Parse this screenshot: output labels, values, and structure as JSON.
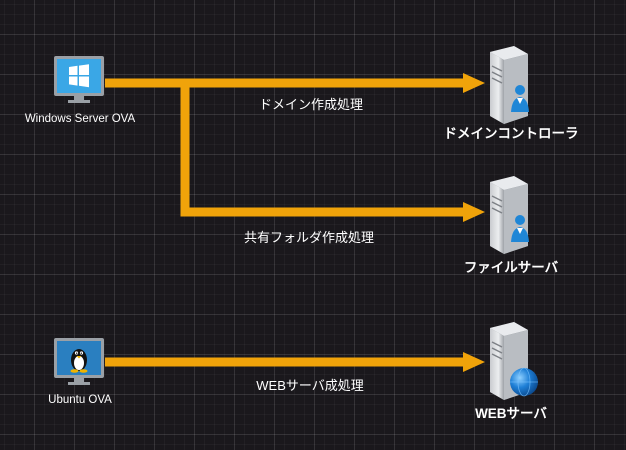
{
  "nodes": {
    "windows_vm": {
      "label": "Windows Server OVA",
      "icon": "windows-vm-icon"
    },
    "ubuntu_vm": {
      "label": "Ubuntu OVA",
      "icon": "linux-vm-icon"
    },
    "domain_controller": {
      "label": "ドメインコントローラ",
      "icon": "server-user-icon"
    },
    "file_server": {
      "label": "ファイルサーバ",
      "icon": "server-user-icon"
    },
    "web_server": {
      "label": "WEBサーバ",
      "icon": "server-globe-icon"
    }
  },
  "edges": {
    "domain": {
      "label": "ドメイン作成処理"
    },
    "folder": {
      "label": "共有フォルダ作成処理"
    },
    "web": {
      "label": "WEBサーバ成処理"
    }
  },
  "colors": {
    "arrow": "#f0a30a",
    "monitor": "#9aa0a6",
    "windows_screen": "#3aa7e6",
    "linux_screen": "#2a7fc0",
    "background": "#1a181c"
  }
}
